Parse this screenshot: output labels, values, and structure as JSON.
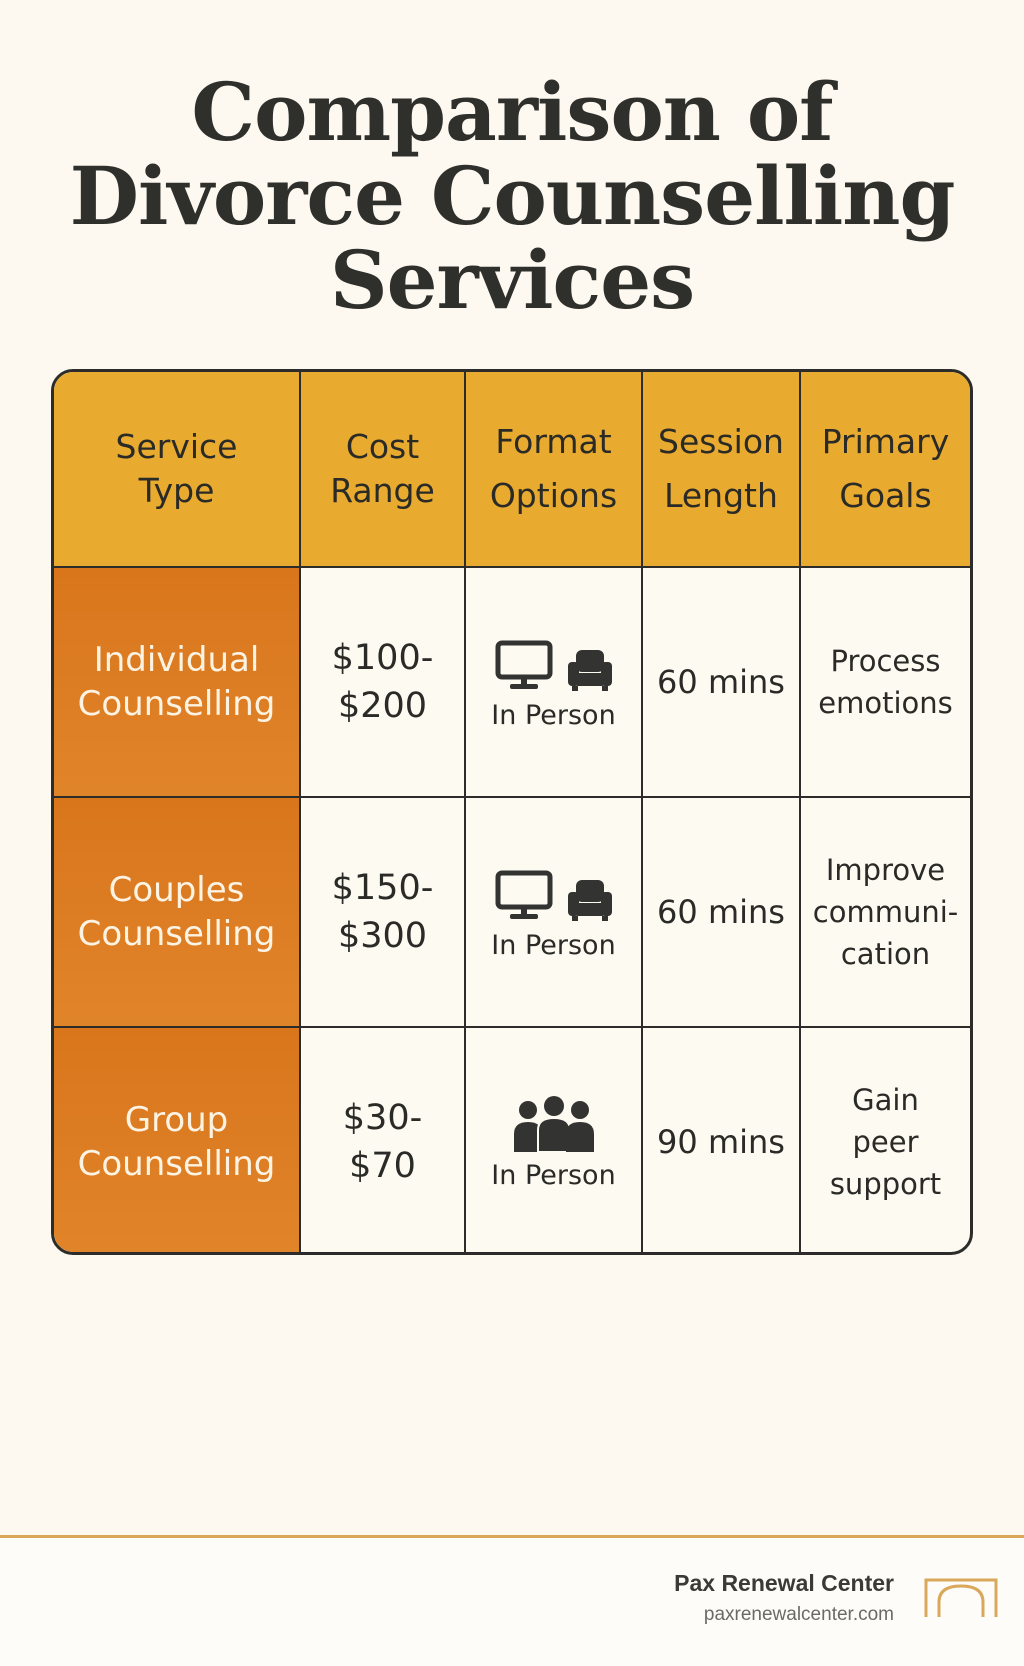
{
  "title": {
    "line1": "Comparison of",
    "line2": "Divorce Counselling",
    "line3": "Services"
  },
  "table": {
    "headers": [
      {
        "line1": "Service",
        "line2": "Type"
      },
      {
        "line1": "Cost",
        "line2": "Range"
      },
      {
        "line1": "Format",
        "line2": "Options"
      },
      {
        "line1": "Session",
        "line2": "Length"
      },
      {
        "line1": "Primary",
        "line2": "Goals"
      }
    ],
    "rows": [
      {
        "service": {
          "line1": "Individual",
          "line2": "Counselling"
        },
        "cost": {
          "line1": "$100-",
          "line2": "$200"
        },
        "format_icons": [
          "monitor-icon",
          "armchair-icon"
        ],
        "format": "In Person",
        "session": "60 mins",
        "goal": {
          "line1": "Process",
          "line2": "emotions",
          "line3": ""
        }
      },
      {
        "service": {
          "line1": "Couples",
          "line2": "Counselling"
        },
        "cost": {
          "line1": "$150-",
          "line2": "$300"
        },
        "format_icons": [
          "monitor-icon",
          "armchair-icon"
        ],
        "format": "In Person",
        "session": "60 mins",
        "goal": {
          "line1": "Improve",
          "line2": "communi-",
          "line3": "cation"
        }
      },
      {
        "service": {
          "line1": "Group",
          "line2": "Counselling"
        },
        "cost": {
          "line1": "$30-",
          "line2": "$70"
        },
        "format_icons": [
          "group-icon"
        ],
        "format": "In Person",
        "session": "90 mins",
        "goal": {
          "line1": "Gain",
          "line2": "peer",
          "line3": "support"
        }
      }
    ]
  },
  "footer": {
    "brand": "Pax Renewal Center",
    "url": "paxrenewalcenter.com",
    "logo_icon": "arch-logo-icon"
  },
  "colors": {
    "header": "#e9ab2f",
    "row_header": "#dc7b22",
    "background": "#fdf9f0",
    "accent_line": "#d9a85a"
  }
}
